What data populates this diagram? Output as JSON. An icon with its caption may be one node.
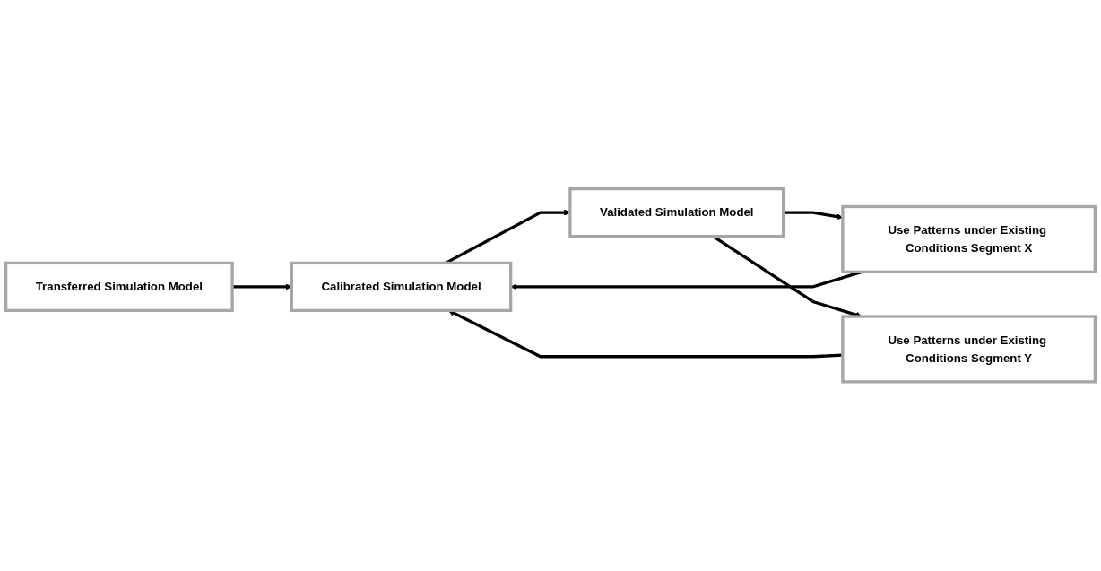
{
  "diagram": {
    "nodes": [
      {
        "text": [
          "Use Patterns under Existing Conditions Segment X"
        ]
      },
      {
        "text": [
          "Transferred Simulation Model"
        ]
      },
      {
        "text": [
          "Calibrated Simulation Model"
        ]
      },
      {
        "text": [
          "Validated Simulation Model"
        ]
      },
      {
        "text": [
          "Use Patterns under Existing Conditions Segment Y"
        ]
      }
    ],
    "edges": [
      {
        "from": 0,
        "to": 2,
        "arrow": "to"
      },
      {
        "from": 1,
        "to": 2,
        "arrow": "to"
      },
      {
        "from": 2,
        "to": 3,
        "arrow": "to"
      },
      {
        "from": 3,
        "to": 0,
        "arrow": "to"
      },
      {
        "from": 3,
        "to": 4,
        "arrow": "to"
      },
      {
        "from": 4,
        "to": 2,
        "arrow": "to"
      }
    ]
  }
}
